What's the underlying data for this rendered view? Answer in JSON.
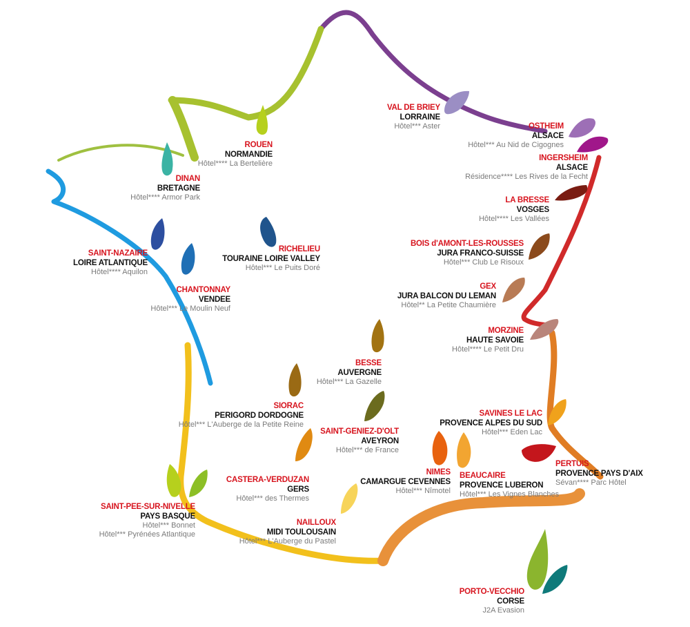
{
  "colors": {
    "red_label": "#d7141e",
    "region_text": "#111111",
    "hotel_text": "#7a7a7a"
  },
  "locations": [
    {
      "id": "rouen",
      "city": "ROUEN",
      "region": "NORMANDIE",
      "hotels": [
        "Hôtel**** La Bertelière"
      ],
      "drop_color": "#a8c21a"
    },
    {
      "id": "val-de-briey",
      "city": "VAL DE BRIEY",
      "region": "LORRAINE",
      "hotels": [
        "Hôtel*** Aster"
      ],
      "drop_color": "#9b8ec4"
    },
    {
      "id": "ostheim",
      "city": "OSTHEIM",
      "region": "ALSACE",
      "hotels": [
        "Hôtel*** Au Nid de Cigognes"
      ],
      "drop_color": "#9d6fb6"
    },
    {
      "id": "ingersheim",
      "city": "INGERSHEIM",
      "region": "ALSACE",
      "hotels": [
        "Résidence**** Les Rives de la Fecht"
      ],
      "drop_color": "#a0178a"
    },
    {
      "id": "dinan",
      "city": "DINAN",
      "region": "BRETAGNE",
      "hotels": [
        "Hôtel**** Armor Park"
      ],
      "drop_color": "#3bb3a4"
    },
    {
      "id": "la-bresse",
      "city": "LA BRESSE",
      "region": "VOSGES",
      "hotels": [
        "Hôtel**** Les Vallées"
      ],
      "drop_color": "#7a1c12"
    },
    {
      "id": "bois-d-amont",
      "city": "BOIS d'AMONT-LES-ROUSSES",
      "region": "JURA FRANCO-SUISSE",
      "hotels": [
        "Hôtel*** Club Le Risoux"
      ],
      "drop_color": "#8b4a1c"
    },
    {
      "id": "saint-nazaire",
      "city": "SAINT-NAZAIRE",
      "region": "LOIRE ATLANTIQUE",
      "hotels": [
        "Hôtel**** Aquilon"
      ],
      "drop_color": "#2d4fa0"
    },
    {
      "id": "richelieu",
      "city": "RICHELIEU",
      "region": "TOURAINE  LOIRE VALLEY",
      "hotels": [
        "Hôtel*** Le Puits Doré"
      ],
      "drop_color": "#20548c"
    },
    {
      "id": "chantonnay",
      "city": "CHANTONNAY",
      "region": "VENDEE",
      "hotels": [
        "Hôtel*** Le Moulin Neuf"
      ],
      "drop_color": "#1f6fb5"
    },
    {
      "id": "gex",
      "city": "GEX",
      "region": "JURA BALCON DU LEMAN",
      "hotels": [
        "Hôtel** La Petite Chaumière"
      ],
      "drop_color": "#b87b55"
    },
    {
      "id": "morzine",
      "city": "MORZINE",
      "region": "HAUTE SAVOIE",
      "hotels": [
        "Hôtel**** Le Petit Dru"
      ],
      "drop_color": "#b9857b"
    },
    {
      "id": "besse",
      "city": "BESSE",
      "region": "AUVERGNE",
      "hotels": [
        "Hôtel*** La Gazelle"
      ],
      "drop_color": "#a27312"
    },
    {
      "id": "siorac",
      "city": "SIORAC",
      "region": "PERIGORD DORDOGNE",
      "hotels": [
        "Hôtel*** L'Auberge de la Petite Reine"
      ],
      "drop_color": "#9a6a14"
    },
    {
      "id": "saint-geniez",
      "city": "SAINT-GENIEZ-D'OLT",
      "region": "AVEYRON",
      "hotels": [
        "Hôtel*** de France"
      ],
      "drop_color": "#6b6b1e"
    },
    {
      "id": "savines",
      "city": "SAVINES LE LAC",
      "region": "PROVENCE ALPES DU SUD",
      "hotels": [
        "Hôtel*** Eden Lac"
      ],
      "drop_color": "#f0a21c"
    },
    {
      "id": "nimes",
      "city": "NIMES",
      "region": "CAMARGUE CEVENNES",
      "hotels": [
        "Hôtel*** Nîmotel"
      ],
      "drop_color": "#e8620f"
    },
    {
      "id": "beaucaire",
      "city": "BEAUCAIRE",
      "region": "PROVENCE LUBERON",
      "hotels": [
        "Hôtel*** Les Vignes Blanches"
      ],
      "drop_color": "#f2a531"
    },
    {
      "id": "pertuis",
      "city": "PERTUIS",
      "region": "PROVENCE PAYS D'AIX",
      "hotels": [
        "Sévan**** Parc Hôtel"
      ],
      "drop_color": "#c4161c"
    },
    {
      "id": "castera",
      "city": "CASTERA-VERDUZAN",
      "region": "GERS",
      "hotels": [
        "Hôtel*** des Thermes"
      ],
      "drop_color": "#e08a12"
    },
    {
      "id": "saint-pee",
      "city": "SAINT-PEE-SUR-NIVELLE",
      "region": "PAYS BASQUE",
      "hotels": [
        "Hôtel*** Bonnet",
        "Hôtel*** Pyrénées Atlantique"
      ],
      "drop_color": "#8cbf26"
    },
    {
      "id": "nailloux",
      "city": "NAILLOUX",
      "region": "MIDI TOULOUSAIN",
      "hotels": [
        "Hôtel*** L'Auberge du Pastel"
      ],
      "drop_color": "#f7d45a"
    },
    {
      "id": "porto-vecchio",
      "city": "PORTO-VECCHIO",
      "region": "CORSE",
      "hotels": [
        "J2A Evasion"
      ],
      "drop_color": "#0f7a7a"
    }
  ]
}
